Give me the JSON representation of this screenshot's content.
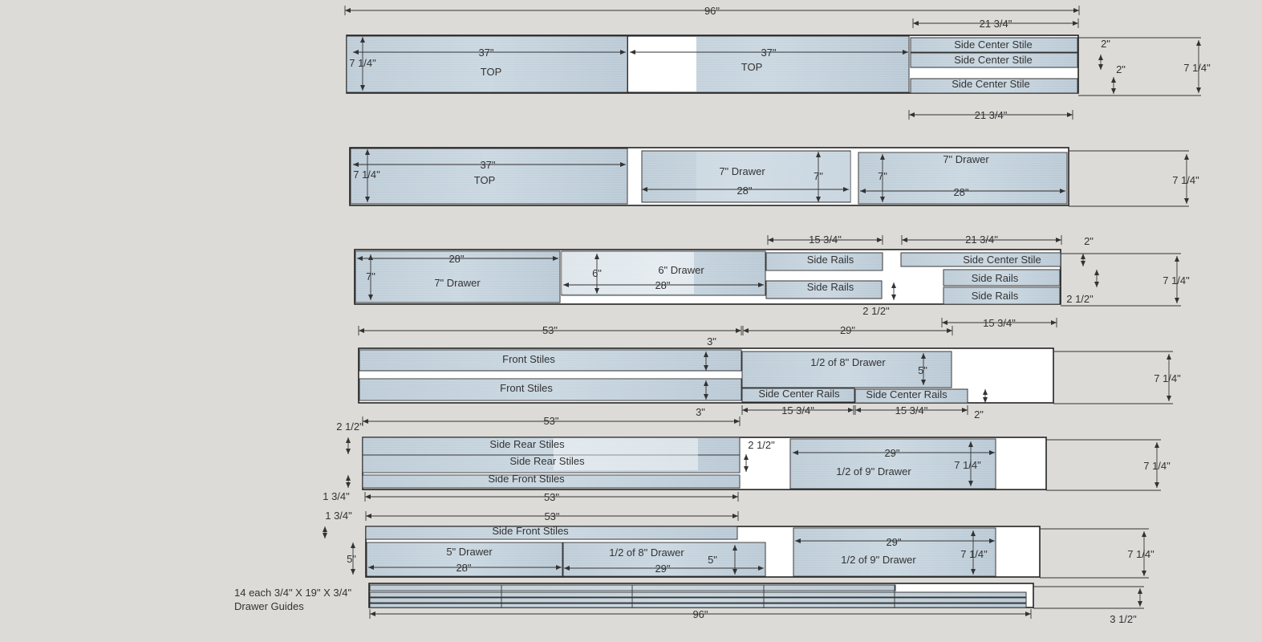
{
  "diagram": {
    "board_length": "96\"",
    "board_width": "7 1/4\"",
    "note_line1": "14 each 3/4\" X 19\" X 3/4\"",
    "note_line2": "Drawer Guides",
    "labels": {
      "b1_top1": "TOP",
      "b1_top2": "TOP",
      "b1_37a": "37\"",
      "b1_37b": "37\"",
      "b1_w": "7 1/4\"",
      "b1_scs1": "Side Center Stile",
      "b1_scs2": "Side Center Stile",
      "b1_scs3": "Side Center Stile",
      "b1_2134a": "21 3/4\"",
      "b1_2134b": "21 3/4\"",
      "b1_2a": "2\"",
      "b1_2b": "2\"",
      "b1_96": "96\"",
      "b1_r": "7 1/4\"",
      "b2_top": "TOP",
      "b2_37": "37\"",
      "b2_w": "7 1/4\"",
      "b2_d1": "7\" Drawer",
      "b2_d1_l": "28\"",
      "b2_d1_h": "7\"",
      "b2_d2": "7\" Drawer",
      "b2_d2_l": "28\"",
      "b2_d2_h": "7\"",
      "b2_r": "7 1/4\"",
      "b3_d7": "7\" Drawer",
      "b3_d7_l": "28\"",
      "b3_d7_h": "7\"",
      "b3_d6": "6\" Drawer",
      "b3_d6_l": "28\"",
      "b3_d6_h": "6\"",
      "b3_sr1": "Side Rails",
      "b3_sr2": "Side Rails",
      "b3_1534": "15 3/4\"",
      "b3_212": "2 1/2\"",
      "b3_scs": "Side Center Stile",
      "b3_2134": "21 3/4\"",
      "b3_2": "2\"",
      "b3_sr3": "Side Rails",
      "b3_sr4": "Side Rails",
      "b3_212b": "2 1/2\"",
      "b3_1534b": "15 3/4\"",
      "b3_r": "7 1/4\"",
      "b4_53": "53\"",
      "b4_fs1": "Front Stiles",
      "b4_fs2": "Front Stiles",
      "b4_3a": "3\"",
      "b4_3b": "3\"",
      "b4_29": "29\"",
      "b4_d8": "1/2 of 8\" Drawer",
      "b4_5": "5\"",
      "b4_scr1": "Side Center Rails",
      "b4_scr2": "Side Center Rails",
      "b4_1534a": "15 3/4\"",
      "b4_1534b": "15 3/4\"",
      "b4_2": "2\"",
      "b4_r": "7 1/4\"",
      "b5_212a": "2 1/2\"",
      "b5_53a": "53\"",
      "b5_srs1": "Side Rear Stiles",
      "b5_srs2": "Side Rear Stiles",
      "b5_sfs": "Side Front Stiles",
      "b5_134": "1 3/4\"",
      "b5_53b": "53\"",
      "b5_212b": "2 1/2\"",
      "b5_29": "29\"",
      "b5_d9": "1/2 of 9\" Drawer",
      "b5_714": "7 1/4\"",
      "b5_r": "7 1/4\"",
      "b6_134": "1 3/4\"",
      "b6_53": "53\"",
      "b6_sfs": "Side Front Stiles",
      "b6_5a": "5\"",
      "b6_d5": "5\" Drawer",
      "b6_28": "28\"",
      "b6_d8": "1/2 of 8\" Drawer",
      "b6_29a": "29\"",
      "b6_5b": "5\"",
      "b6_29b": "29\"",
      "b6_d9": "1/2 of 9\" Drawer",
      "b6_714": "7 1/4\"",
      "b6_r": "7 1/4\"",
      "b7_96": "96\"",
      "b7_312": "3 1/2\""
    }
  }
}
